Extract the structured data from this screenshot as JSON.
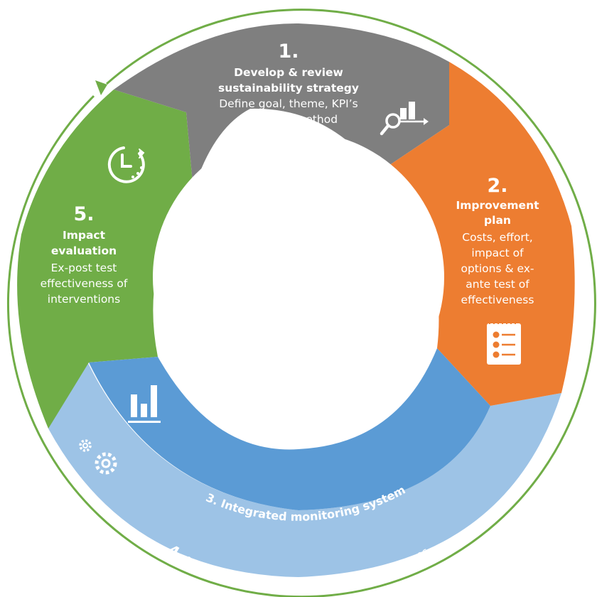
{
  "colors": {
    "gray": "#7f7f7f",
    "orange": "#ed7d31",
    "dark_blue": "#5b9bd5",
    "light_blue": "#9dc3e6",
    "green": "#70ad47",
    "white": "#ffffff"
  },
  "steps": [
    {
      "number": "1.",
      "title_lines": [
        "Develop & review",
        "sustainability strategy"
      ],
      "body_lines": [
        "Define goal, theme, KPI’s",
        "Metrics & method"
      ],
      "icon": "magnifier-bar-chart-icon"
    },
    {
      "number": "2.",
      "title_lines": [
        "Improvement",
        "plan"
      ],
      "body_lines": [
        "Costs, effort,",
        "impact of",
        "options & ex-",
        "ante test of",
        "effectiveness"
      ],
      "icon": "numbered-checklist-icon"
    },
    {
      "number": "3.",
      "title": "Integrated monitoring system",
      "icon": "bar-chart-icon"
    },
    {
      "number": "4.",
      "title": "Implementation",
      "subtitle": "Incentive & system changes",
      "icon": "gears-icon"
    },
    {
      "number": "5.",
      "title_lines": [
        "Impact",
        "evaluation"
      ],
      "body_lines": [
        "Ex-post test",
        "effectiveness of",
        "interventions"
      ],
      "icon": "clock-refresh-icon"
    }
  ]
}
